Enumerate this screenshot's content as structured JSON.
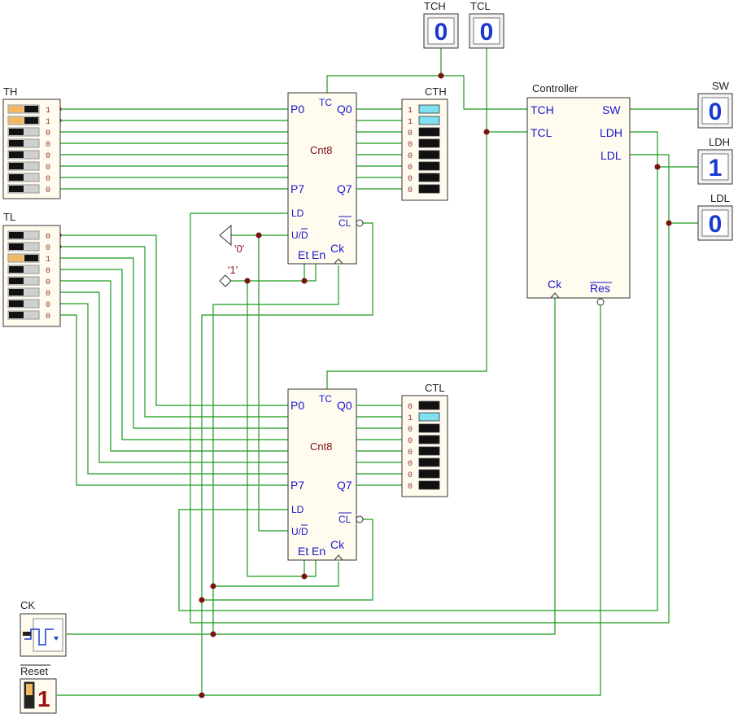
{
  "colors": {
    "wire": "#1a9a1a",
    "junction": "#7a1010",
    "pin_text": "#1818d0",
    "block_text": "#7a1010",
    "switch_on": "#f4b860",
    "led_on": "#7fe0f0",
    "digit": "#1a3ad0"
  },
  "blocks": {
    "cnt_high": {
      "name": "Cnt8",
      "pins": {
        "p0": "P0",
        "p7": "P7",
        "tc": "TC",
        "q0": "Q0",
        "q7": "Q7",
        "ld": "LD",
        "ud": "U/D",
        "cl": "CL",
        "et": "Et",
        "en": "En",
        "ck": "Ck"
      }
    },
    "cnt_low": {
      "name": "Cnt8",
      "pins": {
        "p0": "P0",
        "p7": "P7",
        "tc": "TC",
        "q0": "Q0",
        "q7": "Q7",
        "ld": "LD",
        "ud": "U/D",
        "cl": "CL",
        "et": "Et",
        "en": "En",
        "ck": "Ck"
      }
    },
    "controller": {
      "name": "Controller",
      "pins": {
        "tch": "TCH",
        "tcl": "TCL",
        "sw": "SW",
        "ldh": "LDH",
        "ldl": "LDL",
        "ck": "Ck",
        "res": "Res"
      }
    }
  },
  "switch_banks": {
    "th": {
      "label": "TH",
      "bits": [
        "1",
        "1",
        "0",
        "0",
        "0",
        "0",
        "0",
        "0"
      ]
    },
    "tl": {
      "label": "TL",
      "bits": [
        "0",
        "0",
        "1",
        "0",
        "0",
        "0",
        "0",
        "0"
      ]
    }
  },
  "led_banks": {
    "cth": {
      "label": "CTH",
      "bits": [
        "1",
        "1",
        "0",
        "0",
        "0",
        "0",
        "0",
        "0"
      ]
    },
    "ctl": {
      "label": "CTL",
      "bits": [
        "0",
        "1",
        "0",
        "0",
        "0",
        "0",
        "0",
        "0"
      ]
    }
  },
  "displays": {
    "tch": {
      "label": "TCH",
      "value": "0"
    },
    "tcl": {
      "label": "TCL",
      "value": "0"
    },
    "sw": {
      "label": "SW",
      "value": "0"
    },
    "ldh": {
      "label": "LDH",
      "value": "1"
    },
    "ldl": {
      "label": "LDL",
      "value": "0"
    }
  },
  "constants": {
    "zero": "'0'",
    "one": "'1'"
  },
  "clock": {
    "label": "CK"
  },
  "reset": {
    "label": "Reset",
    "value": "1"
  }
}
